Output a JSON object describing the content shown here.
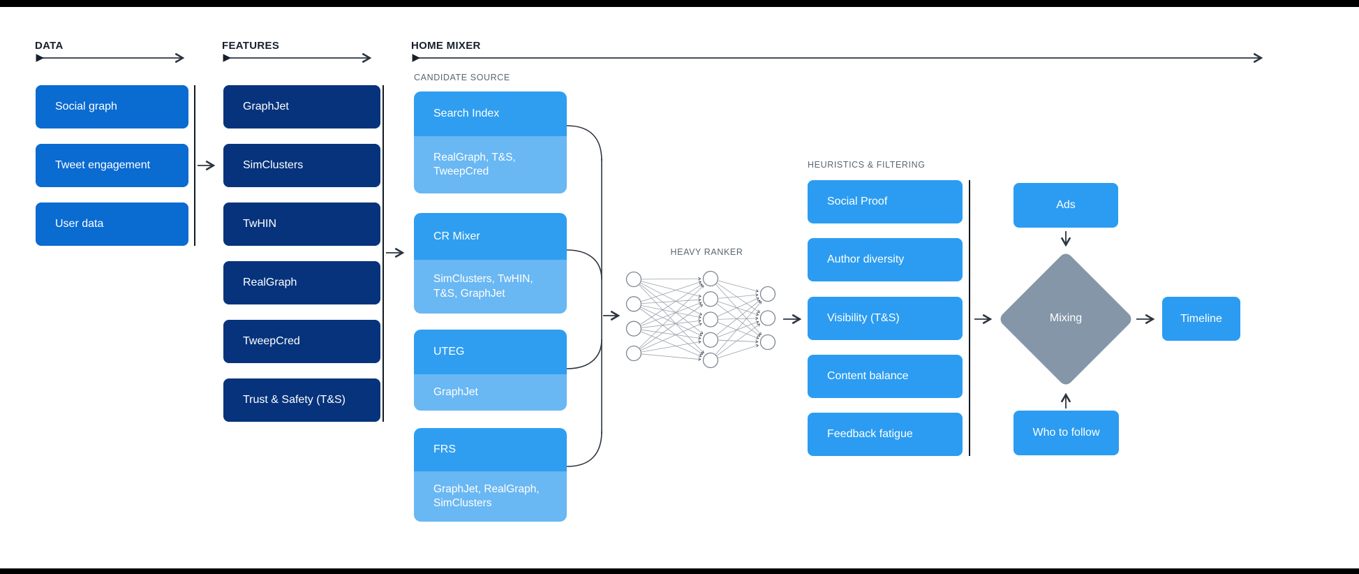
{
  "colors": {
    "background": "#FFFFFF",
    "frame_bar": "#000000",
    "data_box": "#0A6BD1",
    "features_box": "#06337C",
    "candidate_main": "#2F9EF0",
    "candidate_sub": "#69B7F3",
    "filter_box": "#2B9CF1",
    "diamond": "#8496A8",
    "box_text": "#FFFFFF",
    "header_text": "#16202C",
    "subheader_text": "#5A6672",
    "line": "#2B3440"
  },
  "headers": {
    "data": "DATA",
    "features": "FEATURES",
    "home_mixer": "HOME MIXER"
  },
  "data_column": {
    "boxes": [
      "Social graph",
      "Tweet engagement",
      "User data"
    ]
  },
  "features_column": {
    "boxes": [
      "GraphJet",
      "SimClusters",
      "TwHIN",
      "RealGraph",
      "TweepCred",
      "Trust & Safety (T&S)"
    ]
  },
  "candidate_source": {
    "label": "CANDIDATE SOURCE",
    "groups": [
      {
        "name": "Search Index",
        "uses": "RealGraph, T&S, TweepCred"
      },
      {
        "name": "CR Mixer",
        "uses": "SimClusters, TwHIN, T&S, GraphJet"
      },
      {
        "name": "UTEG",
        "uses": "GraphJet"
      },
      {
        "name": "FRS",
        "uses": "GraphJet, RealGraph, SimClusters"
      }
    ]
  },
  "heavy_ranker": {
    "label": "HEAVY RANKER",
    "network": {
      "input_nodes": 4,
      "hidden_nodes": 5,
      "output_nodes": 3
    }
  },
  "heuristics": {
    "label": "HEURISTICS & FILTERING",
    "boxes": [
      "Social Proof",
      "Author diversity",
      "Visibility (T&S)",
      "Content balance",
      "Feedback fatigue"
    ]
  },
  "mixing_stage": {
    "ads": "Ads",
    "mixing": "Mixing",
    "who_to_follow": "Who to follow",
    "timeline": "Timeline"
  }
}
